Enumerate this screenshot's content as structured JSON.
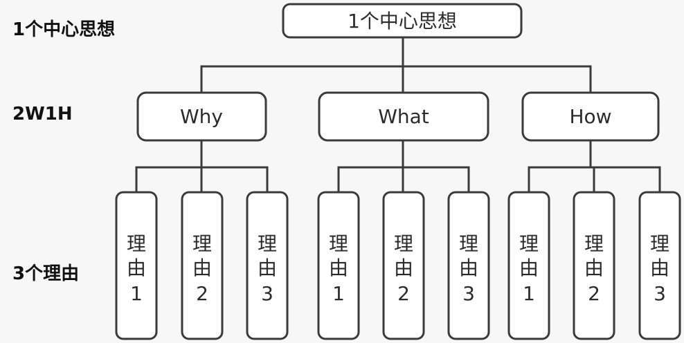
{
  "row_labels": {
    "level1": "1个中心思想",
    "level2": "2W1H",
    "level3": "3个理由"
  },
  "root": {
    "label": "1个中心思想"
  },
  "branches": [
    {
      "label": "Why",
      "reasons": [
        {
          "line1": "理",
          "line2": "由",
          "line3": "1"
        },
        {
          "line1": "理",
          "line2": "由",
          "line3": "2"
        },
        {
          "line1": "理",
          "line2": "由",
          "line3": "3"
        }
      ]
    },
    {
      "label": "What",
      "reasons": [
        {
          "line1": "理",
          "line2": "由",
          "line3": "1"
        },
        {
          "line1": "理",
          "line2": "由",
          "line3": "2"
        },
        {
          "line1": "理",
          "line2": "由",
          "line3": "3"
        }
      ]
    },
    {
      "label": "How",
      "reasons": [
        {
          "line1": "理",
          "line2": "由",
          "line3": "1"
        },
        {
          "line1": "理",
          "line2": "由",
          "line3": "2"
        },
        {
          "line1": "理",
          "line2": "由",
          "line3": "3"
        }
      ]
    }
  ]
}
